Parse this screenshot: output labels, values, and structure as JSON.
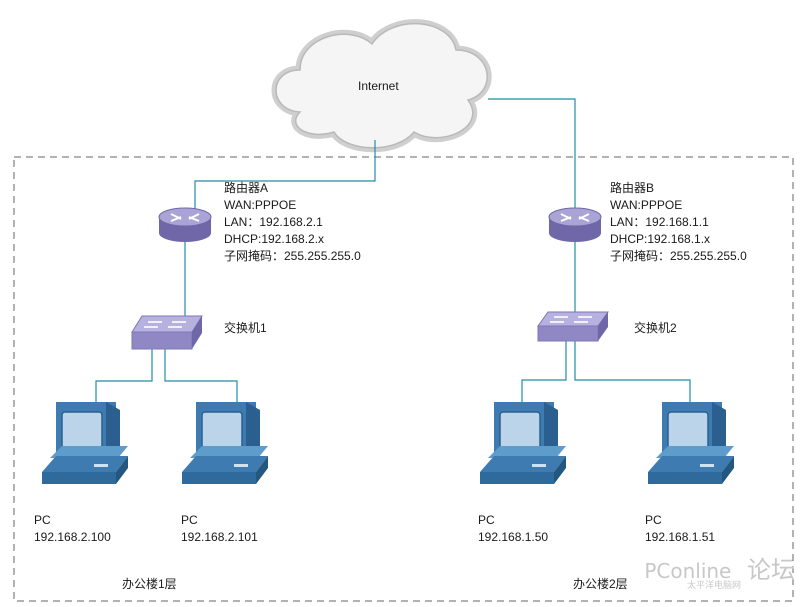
{
  "cloud": {
    "label": "Internet"
  },
  "router_a": {
    "lines": [
      "路由器A",
      "WAN:PPPOE",
      "LAN：192.168.2.1",
      "DHCP:192.168.2.x",
      "子网掩码：255.255.255.0"
    ]
  },
  "router_b": {
    "lines": [
      "路由器B",
      "WAN:PPPOE",
      "LAN：192.168.1.1",
      "DHCP:192.168.1.x",
      "子网掩码：255.255.255.0"
    ]
  },
  "switch_1": {
    "label": "交换机1"
  },
  "switch_2": {
    "label": "交换机2"
  },
  "pcs": [
    {
      "name": "PC",
      "ip": "192.168.2.100"
    },
    {
      "name": "PC",
      "ip": "192.168.2.101"
    },
    {
      "name": "PC",
      "ip": "192.168.1.50"
    },
    {
      "name": "PC",
      "ip": "192.168.1.51"
    }
  ],
  "floors": {
    "floor1": "办公楼1层",
    "floor2": "办公楼2层"
  },
  "watermark": {
    "brand": "PConline",
    "sub": "太平洋电脑网",
    "side": "论坛"
  },
  "colors": {
    "link": "#1f8fa6",
    "pc_blue": "#3d7bb0",
    "router": "#7f76b8",
    "switch": "#8f88c4"
  }
}
